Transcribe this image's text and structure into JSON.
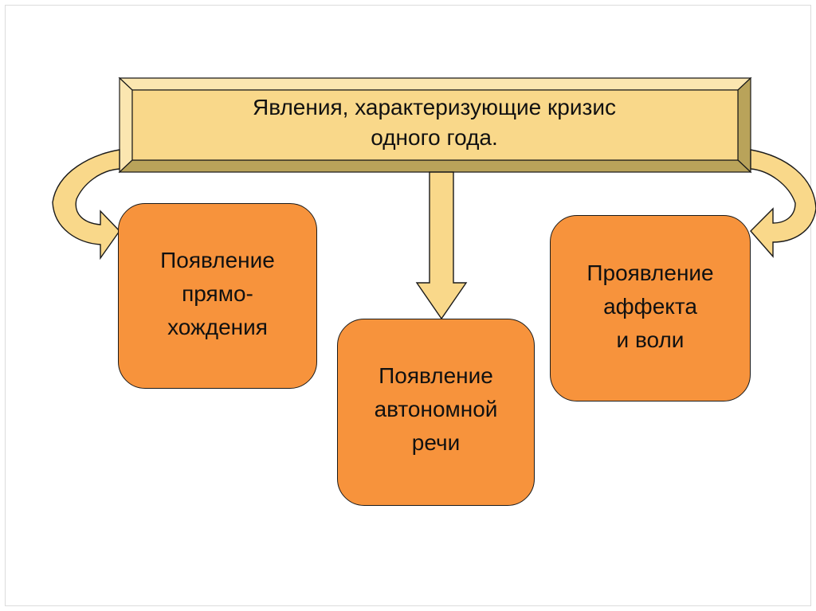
{
  "diagram": {
    "title_lines": [
      "Явления, характеризующие кризис",
      "одного года."
    ],
    "boxes": [
      {
        "id": "left",
        "lines": [
          "Появление",
          "прямо-",
          "хождения"
        ]
      },
      {
        "id": "middle",
        "lines": [
          "Появление",
          "автономной",
          "речи"
        ]
      },
      {
        "id": "right",
        "lines": [
          "Проявление",
          "аффекта",
          "и воли"
        ]
      }
    ],
    "colors": {
      "title_fill": "#f9d88a",
      "bevel_light": "#fbe6b0",
      "bevel_dark": "#b9a35a",
      "arrow_fill": "#f9d88a",
      "box_fill": "#f7933c",
      "outline": "#1a1a1a"
    }
  }
}
